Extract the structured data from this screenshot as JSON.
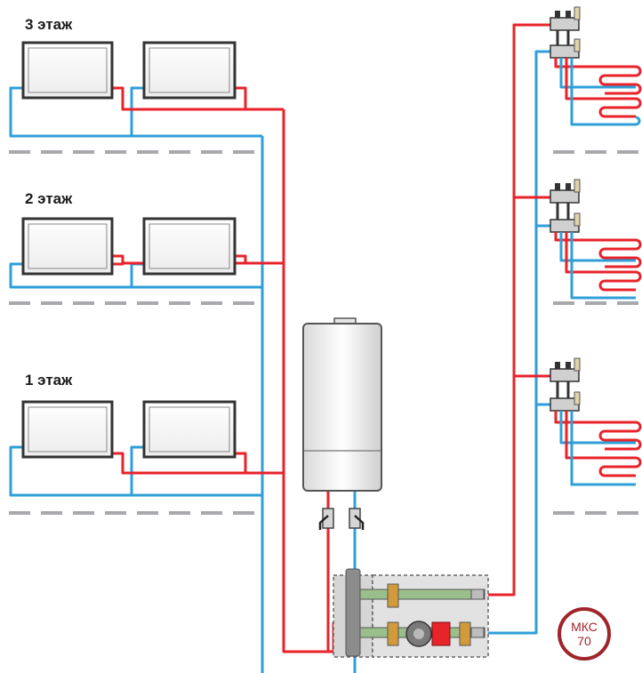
{
  "floors": [
    {
      "label": "3 этаж"
    },
    {
      "label": "2 этаж"
    },
    {
      "label": "1 этаж"
    }
  ],
  "badge": {
    "line1": "МКС",
    "line2": "70"
  },
  "colors": {
    "supply": "#e8232a",
    "return": "#2f9fd8",
    "divider": "#a7a9ac",
    "badge": "#a0242c"
  },
  "icons": [
    "radiator-icon",
    "boiler-icon",
    "valve-icon",
    "manifold-icon",
    "floor-heating-loop-icon",
    "pump-module-icon"
  ]
}
